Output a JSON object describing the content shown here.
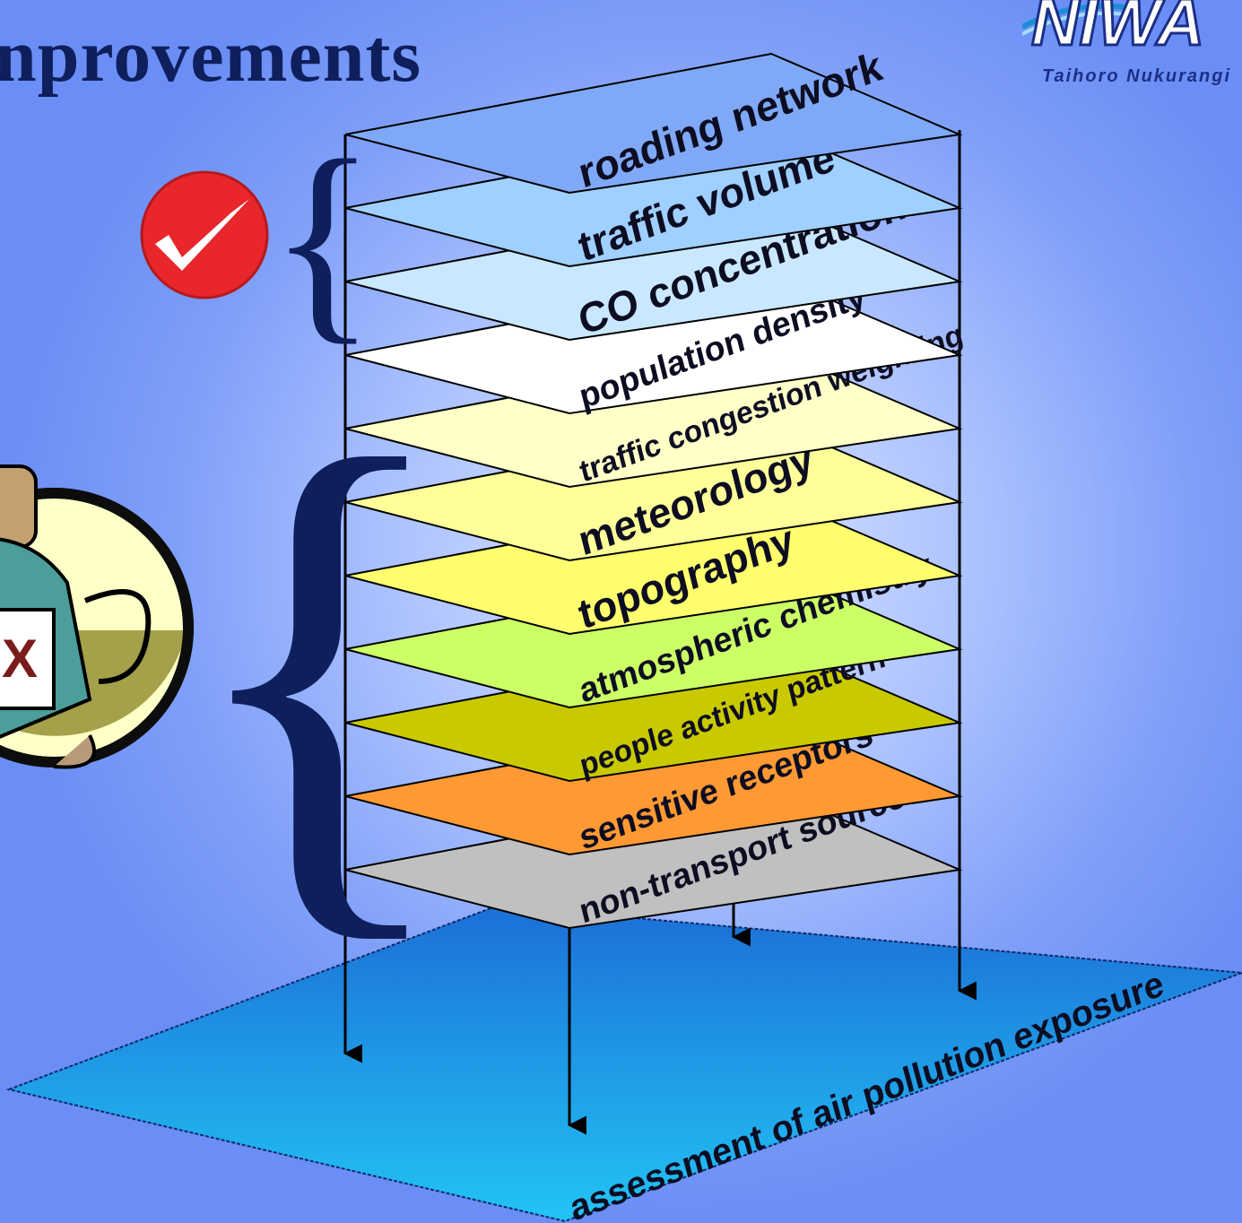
{
  "slide": {
    "title": "nprovements",
    "logo": {
      "wordmark": "NIWA",
      "tagline": "Taihoro Nukurangi"
    }
  },
  "layers": [
    {
      "label": "roading network",
      "color": "#7fa9f7"
    },
    {
      "label": "traffic volume",
      "color": "#9fd0ff"
    },
    {
      "label": "CO concentration",
      "color": "#c9e8ff"
    },
    {
      "label": "population density",
      "color": "#ffffff"
    },
    {
      "label": "traffic congestion weighting",
      "color": "#ffffc8"
    },
    {
      "label": "meteorology",
      "color": "#ffff9a"
    },
    {
      "label": "topography",
      "color": "#ffff6e"
    },
    {
      "label": "atmospheric chemistry",
      "color": "#ccff66"
    },
    {
      "label": "people activity pattern",
      "color": "#c9c900"
    },
    {
      "label": "sensitive receptors",
      "color": "#ff9933"
    },
    {
      "label": "non-transport sources",
      "color": "#c0c0c0"
    }
  ],
  "base": {
    "label": "assessment of air pollution exposure",
    "color_top": "#1c6fd6",
    "color_bottom": "#22c4f5"
  },
  "markers": {
    "check": {
      "icon": "checkmark-icon",
      "color": "#e8262b"
    },
    "cross": {
      "icon": "person-with-x-sign-icon",
      "sign_text": "X",
      "color": "#7a1b1b"
    }
  }
}
